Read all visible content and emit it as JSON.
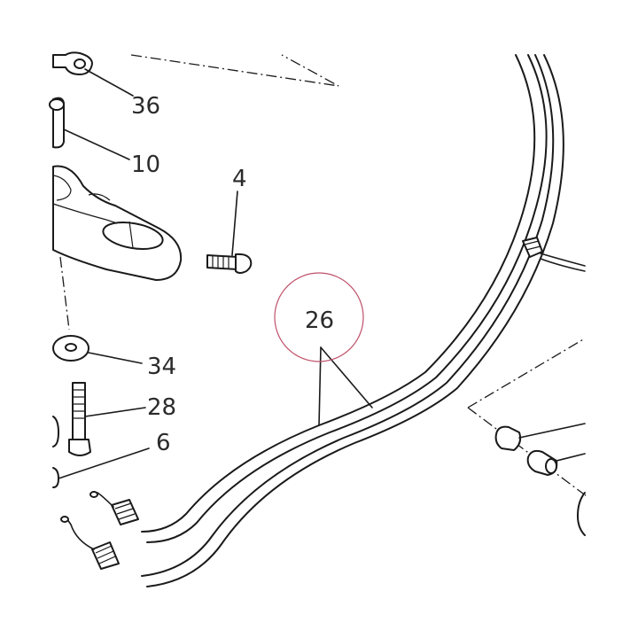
{
  "diagram": {
    "callouts": {
      "c36": "36",
      "c10": "10",
      "c4": "4",
      "c26": "26",
      "c34": "34",
      "c28": "28",
      "c6": "6"
    },
    "highlight_color": "#c0506a"
  }
}
